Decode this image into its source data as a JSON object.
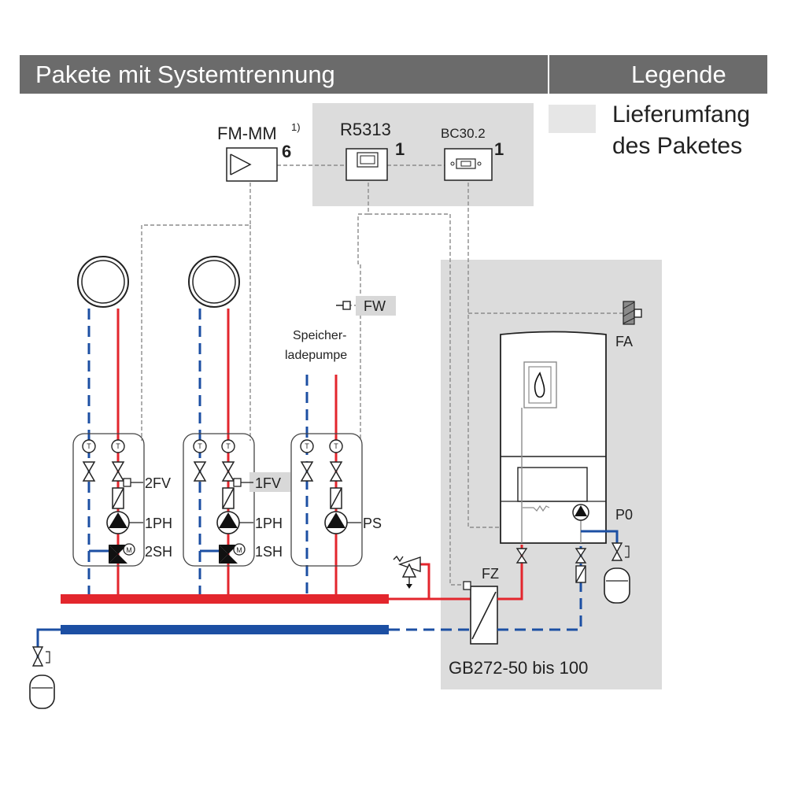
{
  "header": {
    "title": "Pakete mit Systemtrennung",
    "legend_title": "Legende"
  },
  "legend": {
    "line1": "Lieferumfang",
    "line2": "des Paketes"
  },
  "modules": {
    "fm_mm": {
      "label": "FM-MM",
      "sup": "1)",
      "count": "6"
    },
    "r5313": {
      "label": "R5313",
      "count": "1"
    },
    "bc30": {
      "label": "BC30.2",
      "count": "1"
    }
  },
  "sensors": {
    "fw": "FW",
    "fa": "FA"
  },
  "circuits": {
    "c1": {
      "valve": "2FV",
      "pump": "1PH",
      "mixer": "2SH"
    },
    "c2": {
      "valve": "1FV",
      "pump": "1PH",
      "mixer": "1SH"
    },
    "c3": {
      "pump": "PS",
      "pump_title_line1": "Speicher-",
      "pump_title_line2": "ladepumpe"
    }
  },
  "boiler": {
    "exchanger": "FZ",
    "pump": "P0",
    "model": "GB272-50 bis 100"
  },
  "colors": {
    "header_bg": "#6b6b6b",
    "package_area": "#dcdcdc",
    "supply": "#e3262d",
    "return": "#1c4fa3",
    "signal": "#8c8c8c"
  }
}
